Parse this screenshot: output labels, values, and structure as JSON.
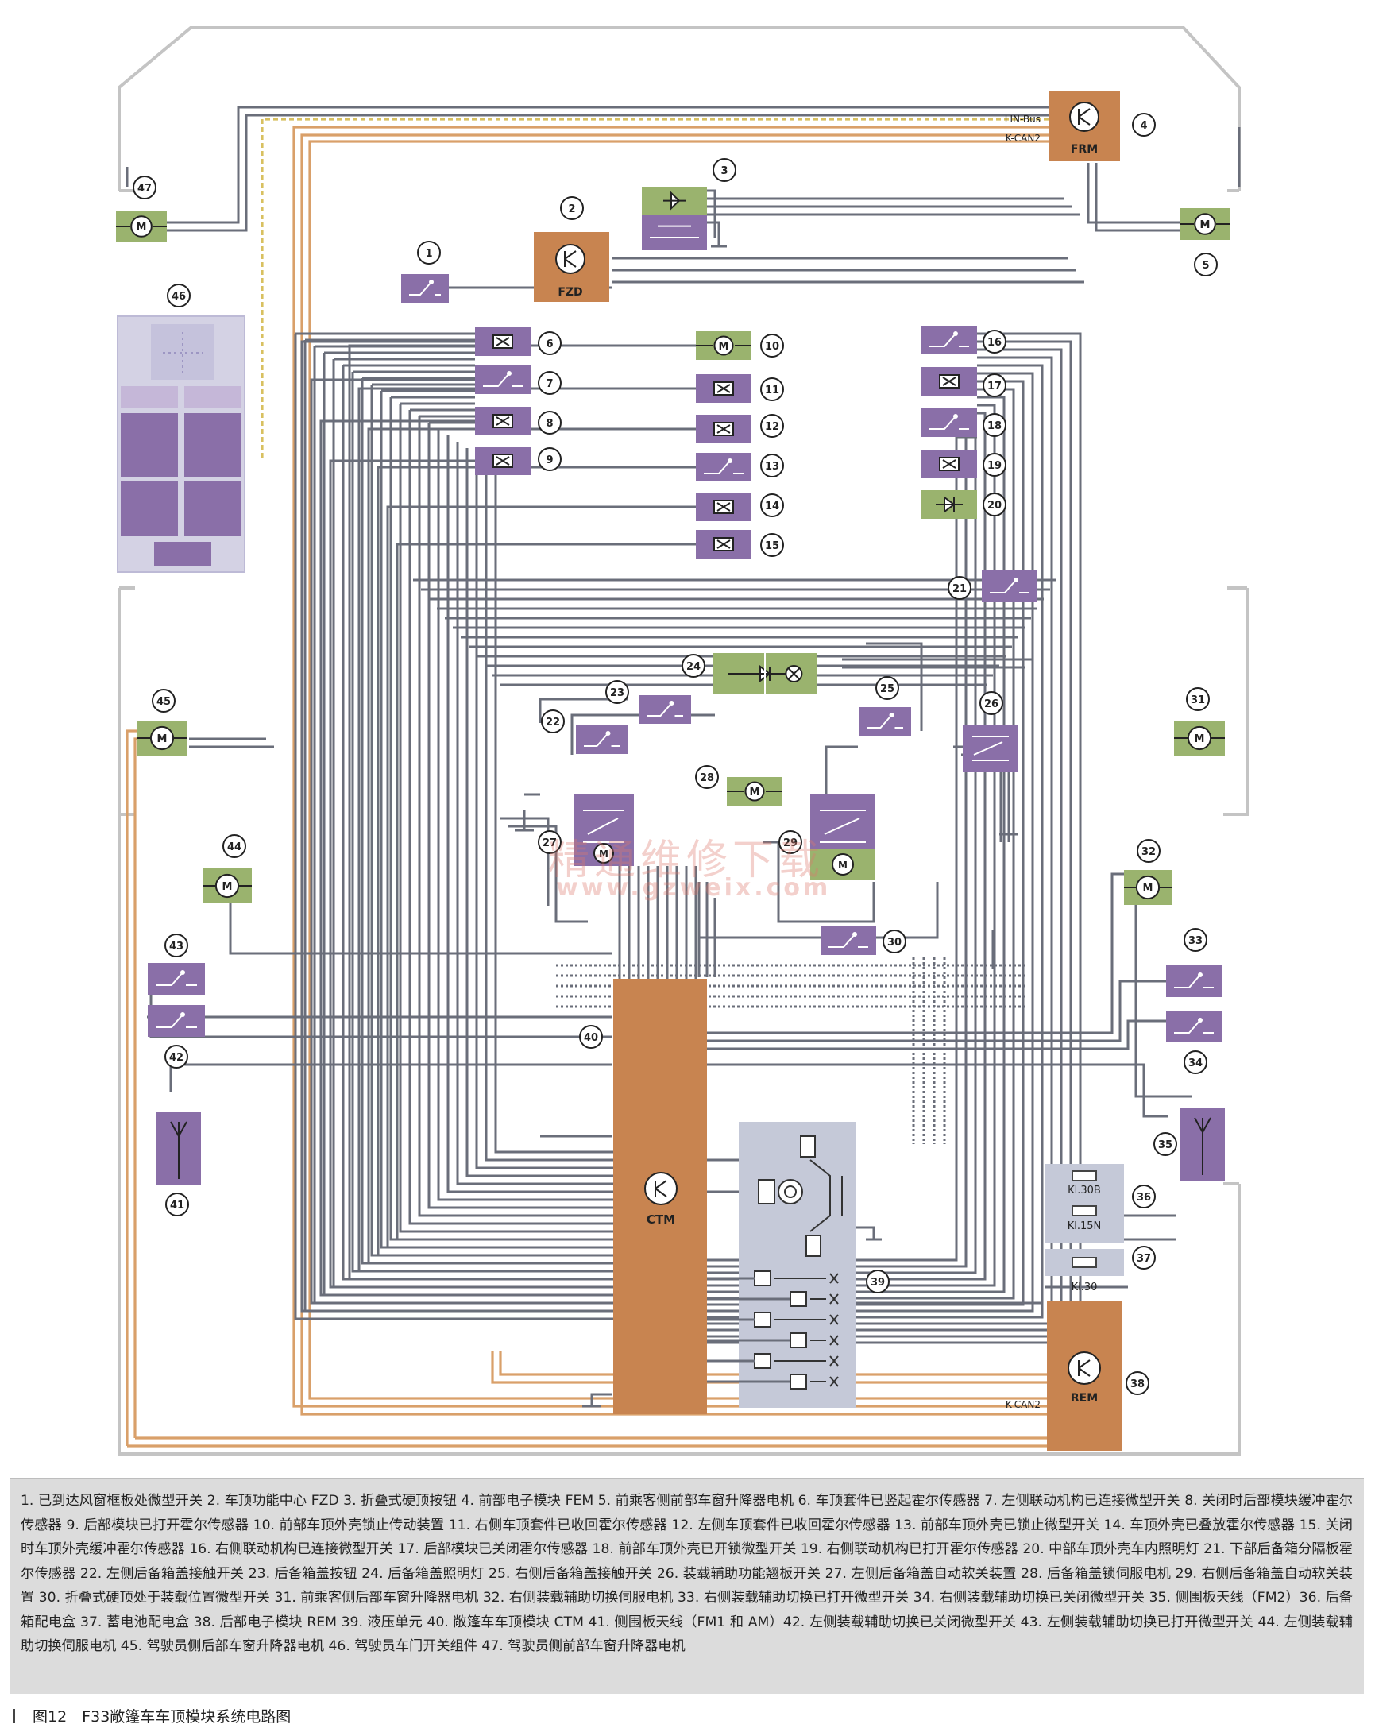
{
  "colors": {
    "wire": "#6a6e7a",
    "bus_orange": "#d9a06a",
    "lin_yellow": "#d8c060",
    "module_orange": "#c88450",
    "switch_purple": "#8a6fa8",
    "motor_green": "#9ab36e",
    "hydraulic_grey": "#c5c9d8",
    "frame_grey": "#c4c4c4"
  },
  "modules": {
    "frm": {
      "number": "4",
      "label": "FRM"
    },
    "fzd": {
      "number": "2",
      "label": "FZD"
    },
    "ctm": {
      "number": "40",
      "label": "CTM"
    },
    "rem": {
      "number": "38",
      "label": "REM"
    }
  },
  "bus_labels": {
    "lin": "LIN-Bus",
    "kcan_top": "K-CAN2",
    "kcan_bottom": "K-CAN2"
  },
  "fuse_labels": {
    "kl30b": "Kl.30B",
    "kl15n": "Kl.15N",
    "kl30": "Kl.30"
  },
  "watermark": {
    "line1": "精通维修下载",
    "line2": "www.gzweix.com"
  },
  "legend_text": "1. 已到达风窗框板处微型开关  2. 车顶功能中心 FZD  3. 折叠式硬顶按钮  4. 前部电子模块 FEM  5. 前乘客侧前部车窗升降器电机  6. 车顶套件已竖起霍尔传感器  7. 左侧联动机构已连接微型开关  8. 关闭时后部模块缓冲霍尔传感器  9. 后部模块已打开霍尔传感器  10. 前部车顶外壳锁止传动装置  11. 右侧车顶套件已收回霍尔传感器  12. 左侧车顶套件已收回霍尔传感器  13. 前部车顶外壳已锁止微型开关  14. 车顶外壳已叠放霍尔传感器  15. 关闭时车顶外壳缓冲霍尔传感器  16. 右侧联动机构已连接微型开关  17. 后部模块已关闭霍尔传感器  18. 前部车顶外壳已开锁微型开关  19. 右侧联动机构已打开霍尔传感器  20. 中部车顶外壳车内照明灯  21. 下部后备箱分隔板霍尔传感器  22. 左侧后备箱盖接触开关  23. 后备箱盖按钮  24. 后备箱盖照明灯  25. 右侧后备箱盖接触开关  26. 装载辅助功能翘板开关  27. 左侧后备箱盖自动软关装置  28. 后备箱盖锁伺服电机  29. 右侧后备箱盖自动软关装置  30. 折叠式硬顶处于装载位置微型开关  31. 前乘客侧后部车窗升降器电机  32. 右侧装载辅助切换伺服电机  33. 右侧装载辅助切换已打开微型开关  34. 右侧装载辅助切换已关闭微型开关  35. 侧围板天线（FM2）36. 后备箱配电盒  37. 蓄电池配电盒  38. 后部电子模块 REM  39. 液压单元  40. 敞篷车车顶模块 CTM  41. 侧围板天线（FM1 和 AM）42. 左侧装载辅助切换已关闭微型开关  43. 左侧装载辅助切换已打开微型开关  44. 左侧装载辅助切换伺服电机  45. 驾驶员侧后部车窗升降器电机  46. 驾驶员车门开关组件  47. 驾驶员侧前部车窗升降器电机",
  "caption": "图12　F33敞篷车车顶模块系统电路图",
  "components": [
    {
      "n": "1",
      "kind": "switch"
    },
    {
      "n": "3",
      "kind": "button"
    },
    {
      "n": "5",
      "kind": "motor"
    },
    {
      "n": "6",
      "kind": "hall"
    },
    {
      "n": "7",
      "kind": "switch"
    },
    {
      "n": "8",
      "kind": "hall"
    },
    {
      "n": "9",
      "kind": "hall"
    },
    {
      "n": "10",
      "kind": "motor"
    },
    {
      "n": "11",
      "kind": "hall"
    },
    {
      "n": "12",
      "kind": "hall"
    },
    {
      "n": "13",
      "kind": "switch"
    },
    {
      "n": "14",
      "kind": "hall"
    },
    {
      "n": "15",
      "kind": "hall"
    },
    {
      "n": "16",
      "kind": "switch"
    },
    {
      "n": "17",
      "kind": "hall"
    },
    {
      "n": "18",
      "kind": "switch"
    },
    {
      "n": "19",
      "kind": "hall"
    },
    {
      "n": "20",
      "kind": "lamp"
    },
    {
      "n": "21",
      "kind": "switch"
    },
    {
      "n": "22",
      "kind": "switch"
    },
    {
      "n": "23",
      "kind": "switch"
    },
    {
      "n": "24",
      "kind": "lamp"
    },
    {
      "n": "25",
      "kind": "switch"
    },
    {
      "n": "26",
      "kind": "rocker"
    },
    {
      "n": "27",
      "kind": "softclose"
    },
    {
      "n": "28",
      "kind": "motor"
    },
    {
      "n": "29",
      "kind": "softclose"
    },
    {
      "n": "30",
      "kind": "switch"
    },
    {
      "n": "31",
      "kind": "motor"
    },
    {
      "n": "32",
      "kind": "motor"
    },
    {
      "n": "33",
      "kind": "switch"
    },
    {
      "n": "34",
      "kind": "switch"
    },
    {
      "n": "35",
      "kind": "antenna"
    },
    {
      "n": "36",
      "kind": "fusebox"
    },
    {
      "n": "37",
      "kind": "fusebox"
    },
    {
      "n": "39",
      "kind": "hydraulic"
    },
    {
      "n": "41",
      "kind": "antenna"
    },
    {
      "n": "42",
      "kind": "switch"
    },
    {
      "n": "43",
      "kind": "switch"
    },
    {
      "n": "44",
      "kind": "motor"
    },
    {
      "n": "45",
      "kind": "motor"
    },
    {
      "n": "46",
      "kind": "doorpanel"
    },
    {
      "n": "47",
      "kind": "motor"
    }
  ]
}
